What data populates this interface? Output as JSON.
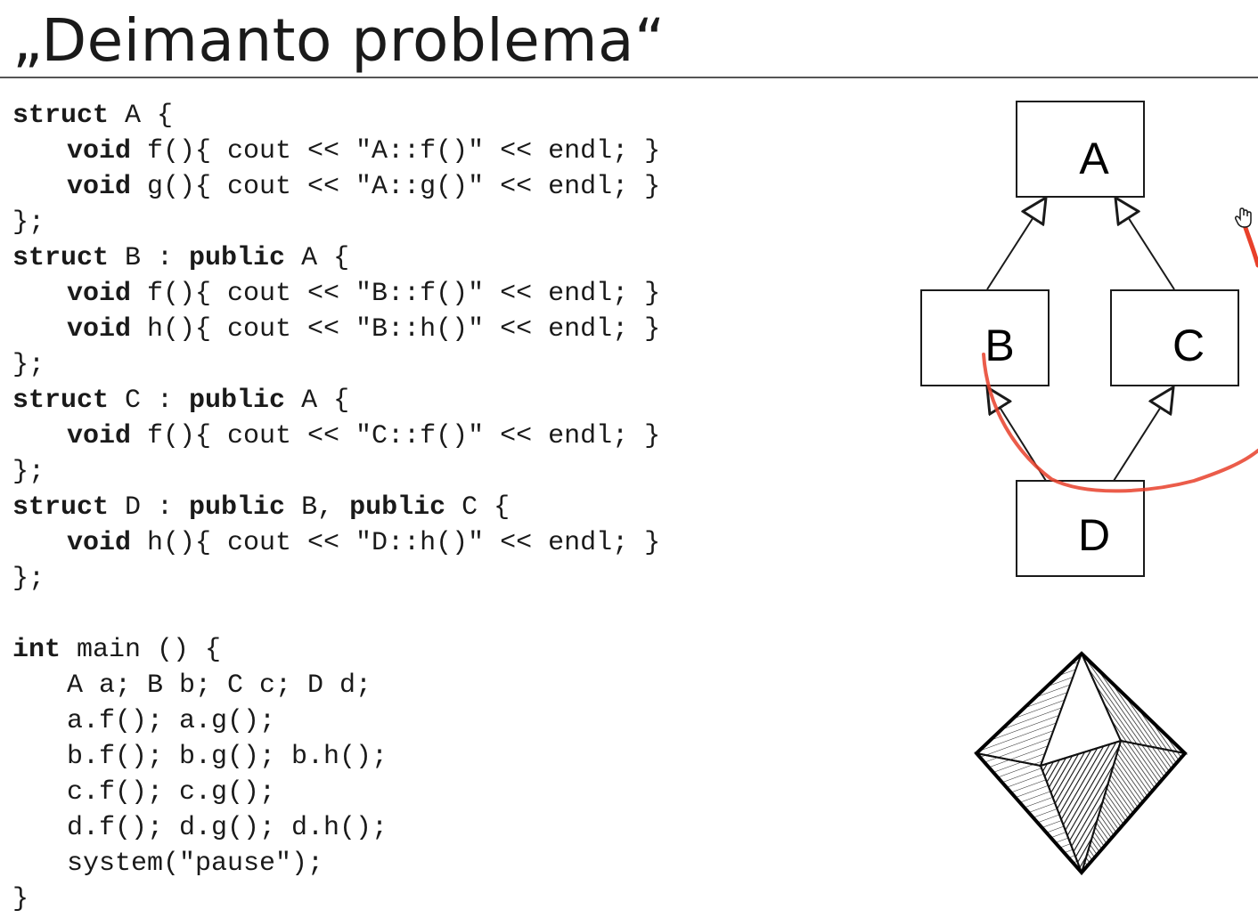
{
  "slide": {
    "title": "„Deimanto problema“"
  },
  "code_lines": [
    {
      "indent": 0,
      "parts": [
        {
          "t": "struct",
          "kw": true
        },
        {
          "t": " A {",
          "kw": false
        }
      ]
    },
    {
      "indent": 1,
      "parts": [
        {
          "t": "void",
          "kw": true
        },
        {
          "t": " f(){ cout << \"A::f()\" << endl; }",
          "kw": false
        }
      ]
    },
    {
      "indent": 1,
      "parts": [
        {
          "t": "void",
          "kw": true
        },
        {
          "t": " g(){ cout << \"A::g()\" << endl; }",
          "kw": false
        }
      ]
    },
    {
      "indent": 0,
      "parts": [
        {
          "t": "};",
          "kw": false
        }
      ]
    },
    {
      "indent": 0,
      "parts": [
        {
          "t": "struct",
          "kw": true
        },
        {
          "t": " B : ",
          "kw": false
        },
        {
          "t": "public",
          "kw": true
        },
        {
          "t": " A {",
          "kw": false
        }
      ]
    },
    {
      "indent": 1,
      "parts": [
        {
          "t": "void",
          "kw": true
        },
        {
          "t": " f(){ cout << \"B::f()\" << endl; }",
          "kw": false
        }
      ]
    },
    {
      "indent": 1,
      "parts": [
        {
          "t": "void",
          "kw": true
        },
        {
          "t": " h(){ cout << \"B::h()\" << endl; }",
          "kw": false
        }
      ]
    },
    {
      "indent": 0,
      "parts": [
        {
          "t": "};",
          "kw": false
        }
      ]
    },
    {
      "indent": 0,
      "parts": [
        {
          "t": "struct",
          "kw": true
        },
        {
          "t": " C : ",
          "kw": false
        },
        {
          "t": "public",
          "kw": true
        },
        {
          "t": " A {",
          "kw": false
        }
      ]
    },
    {
      "indent": 1,
      "parts": [
        {
          "t": "void",
          "kw": true
        },
        {
          "t": " f(){ cout << \"C::f()\" << endl; }",
          "kw": false
        }
      ]
    },
    {
      "indent": 0,
      "parts": [
        {
          "t": "};",
          "kw": false
        }
      ]
    },
    {
      "indent": 0,
      "parts": [
        {
          "t": "struct",
          "kw": true
        },
        {
          "t": " D : ",
          "kw": false
        },
        {
          "t": "public",
          "kw": true
        },
        {
          "t": " B, ",
          "kw": false
        },
        {
          "t": "public",
          "kw": true
        },
        {
          "t": " C {",
          "kw": false
        }
      ]
    },
    {
      "indent": 1,
      "parts": [
        {
          "t": "void",
          "kw": true
        },
        {
          "t": " h(){ cout << \"D::h()\" << endl; }",
          "kw": false
        }
      ]
    },
    {
      "indent": 0,
      "parts": [
        {
          "t": "};",
          "kw": false
        }
      ]
    },
    {
      "indent": 0,
      "parts": []
    },
    {
      "indent": 0,
      "parts": [
        {
          "t": "int",
          "kw": true
        },
        {
          "t": " main () {",
          "kw": false
        }
      ]
    },
    {
      "indent": 1,
      "parts": [
        {
          "t": "A a; B b; C c; D d;",
          "kw": false
        }
      ]
    },
    {
      "indent": 1,
      "parts": [
        {
          "t": "a.f(); a.g();",
          "kw": false
        }
      ]
    },
    {
      "indent": 1,
      "parts": [
        {
          "t": "b.f(); b.g(); b.h();",
          "kw": false
        }
      ]
    },
    {
      "indent": 1,
      "parts": [
        {
          "t": "c.f(); c.g();",
          "kw": false
        }
      ]
    },
    {
      "indent": 1,
      "parts": [
        {
          "t": "d.f(); d.g(); d.h();",
          "kw": false
        }
      ]
    },
    {
      "indent": 1,
      "parts": [
        {
          "t": "system(\"pause\");",
          "kw": false
        }
      ]
    },
    {
      "indent": 0,
      "parts": [
        {
          "t": "}",
          "kw": false
        }
      ]
    }
  ],
  "diagram": {
    "nodes": {
      "a": "A",
      "b": "B",
      "c": "C",
      "d": "D"
    },
    "edges": [
      {
        "from": "B",
        "to": "A"
      },
      {
        "from": "C",
        "to": "A"
      },
      {
        "from": "D",
        "to": "B"
      },
      {
        "from": "D",
        "to": "C"
      }
    ],
    "annotation_color": "#e8402a"
  },
  "colors": {
    "text": "#1a1a1a",
    "rule": "#555555",
    "annotation": "#e8402a"
  },
  "icons": {
    "cursor": "hand-pointer-icon",
    "image": "octahedron-diamond-icon"
  }
}
